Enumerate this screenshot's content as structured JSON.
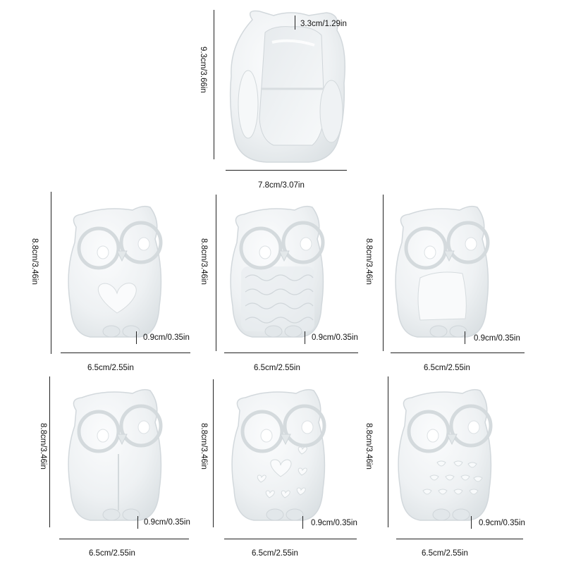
{
  "top_mold": {
    "height_label": "9.3cm/3.66in",
    "width_label": "7.8cm/3.07in",
    "depth_label": "3.3cm/1.29in"
  },
  "molds": [
    {
      "height_label": "8.8cm/3.46in",
      "width_label": "6.5cm/2.55in",
      "thickness_label": "0.9cm/0.35in",
      "pattern": "heart"
    },
    {
      "height_label": "8.8cm/3.46in",
      "width_label": "6.5cm/2.55in",
      "thickness_label": "0.9cm/0.35in",
      "pattern": "textured"
    },
    {
      "height_label": "8.8cm/3.46in",
      "width_label": "6.5cm/2.55in",
      "thickness_label": "0.9cm/0.35in",
      "pattern": "belly"
    },
    {
      "height_label": "8.8cm/3.46in",
      "width_label": "6.5cm/2.55in",
      "thickness_label": "0.9cm/0.35in",
      "pattern": "wings"
    },
    {
      "height_label": "8.8cm/3.46in",
      "width_label": "6.5cm/2.55in",
      "thickness_label": "0.9cm/0.35in",
      "pattern": "hearts"
    },
    {
      "height_label": "8.8cm/3.46in",
      "width_label": "6.5cm/2.55in",
      "thickness_label": "0.9cm/0.35in",
      "pattern": "feathers"
    }
  ],
  "colors": {
    "mold_fill": "#eef1f3",
    "mold_edge": "#d5dadd",
    "mold_shadow": "#c9cfd3",
    "text": "#111111"
  }
}
